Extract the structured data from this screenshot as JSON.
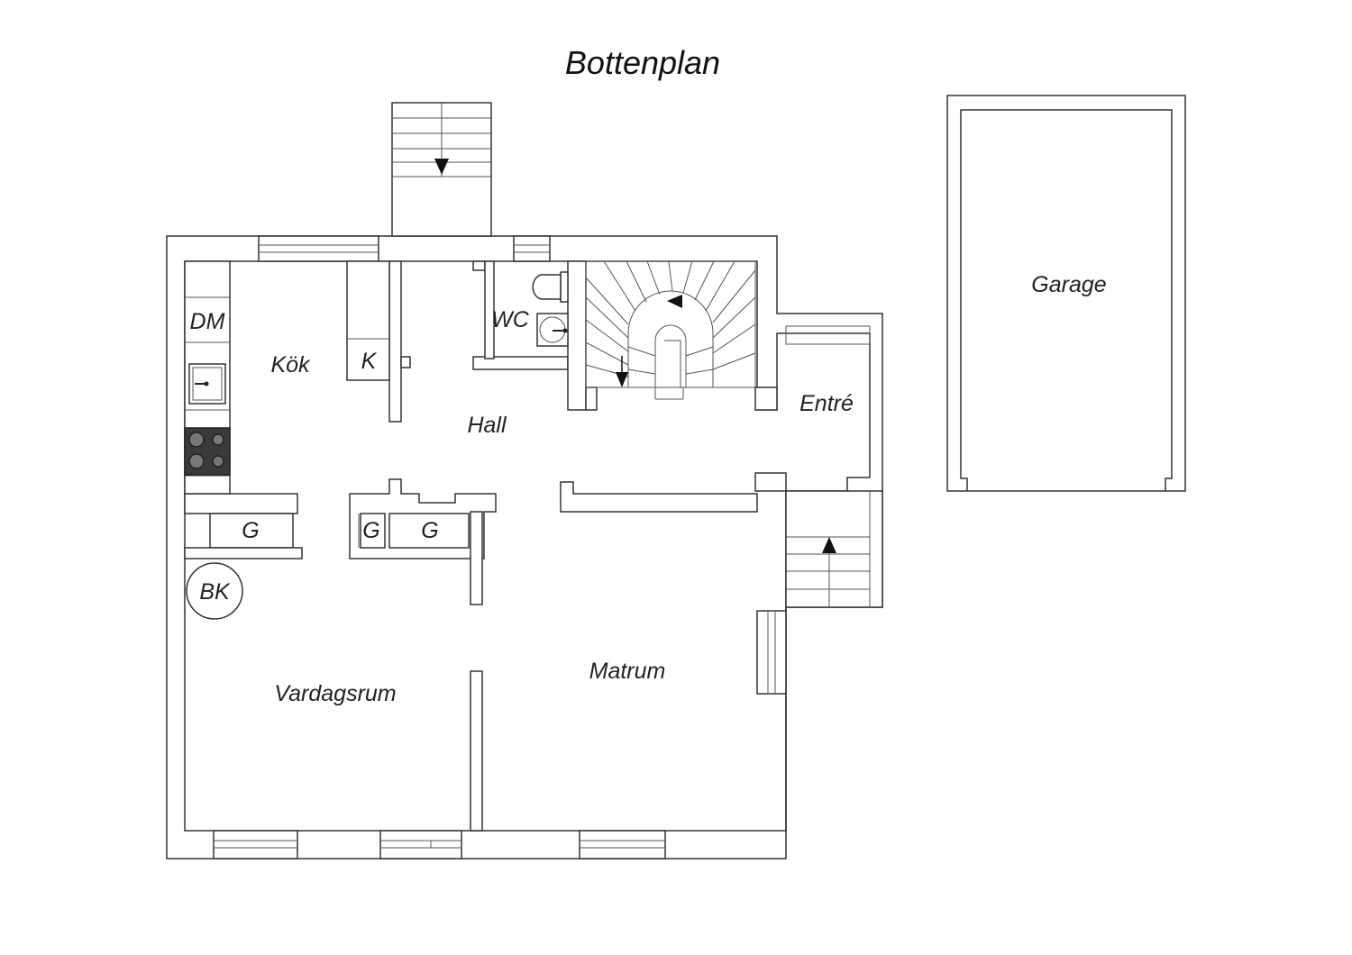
{
  "title": "Bottenplan",
  "rooms": {
    "kok": "Kök",
    "hall": "Hall",
    "wc": "WC",
    "entre": "Entré",
    "vardagsrum": "Vardagsrum",
    "matrum": "Matrum",
    "garage": "Garage"
  },
  "fixtures": {
    "dishwasher": "DM",
    "fridge": "K",
    "wardrobe_1": "G",
    "wardrobe_2": "G",
    "wardrobe_3": "G",
    "fireplace": "BK"
  },
  "colors": {
    "walls": "#333333",
    "stove": "#3a3a3a",
    "background": "#ffffff"
  }
}
